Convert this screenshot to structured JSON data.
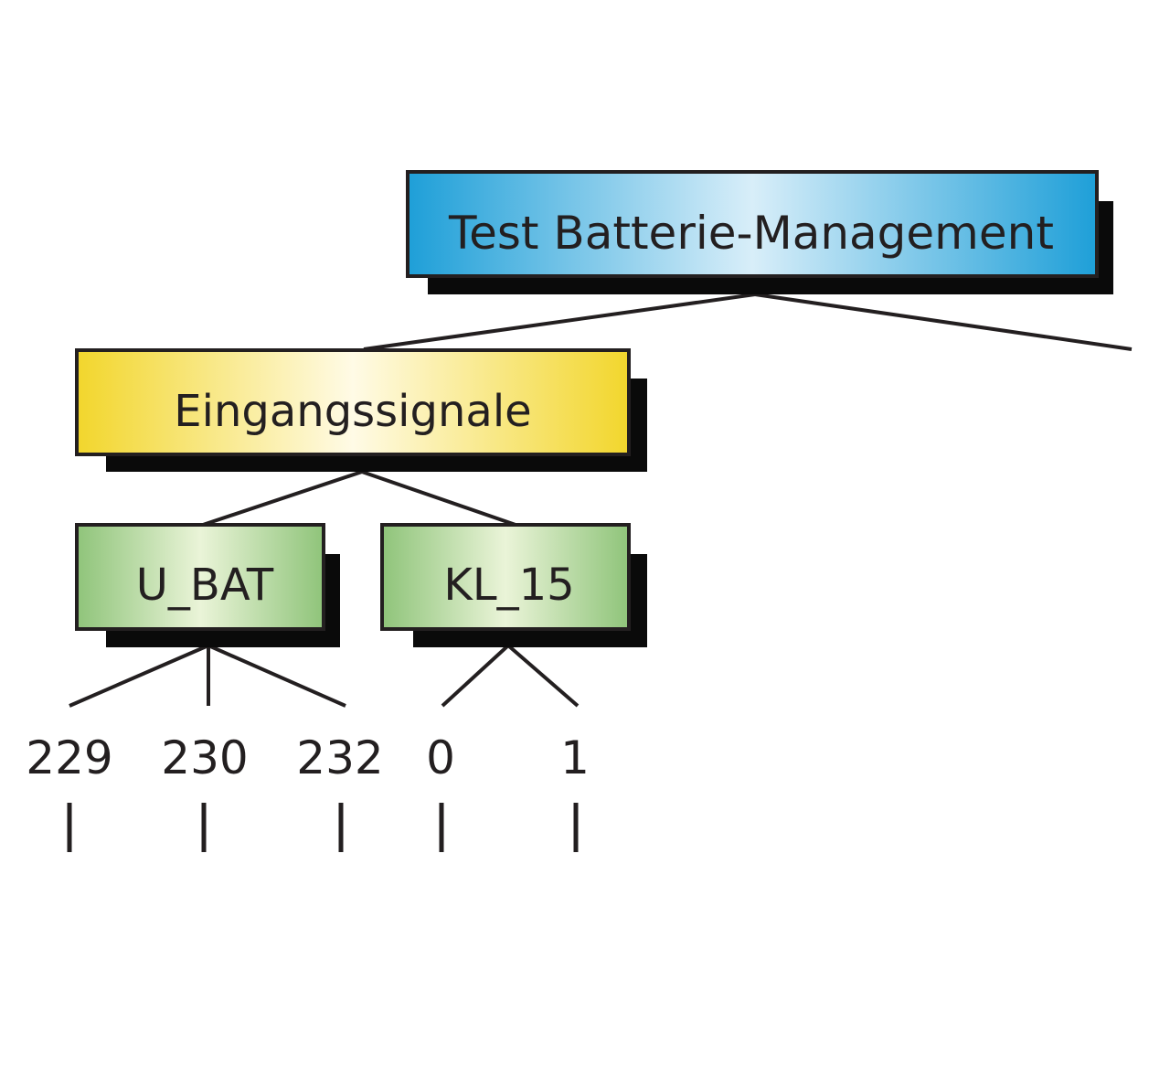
{
  "colors": {
    "root_gradient": [
      "#1e9fd8",
      "#d8eef9"
    ],
    "group_gradient": [
      "#f2d62c",
      "#fffbe6"
    ],
    "signal_gradient": [
      "#8fc47a",
      "#eaf4d8"
    ],
    "shadow": "#0a0a0a",
    "line": "#231f20"
  },
  "tree": {
    "root": {
      "label": "Test Batterie-Management"
    },
    "group": {
      "label": "Eingangssignale"
    },
    "signals": [
      {
        "label": "U_BAT",
        "values": [
          "229",
          "230",
          "232"
        ]
      },
      {
        "label": "KL_15",
        "values": [
          "0",
          "1"
        ]
      }
    ]
  }
}
